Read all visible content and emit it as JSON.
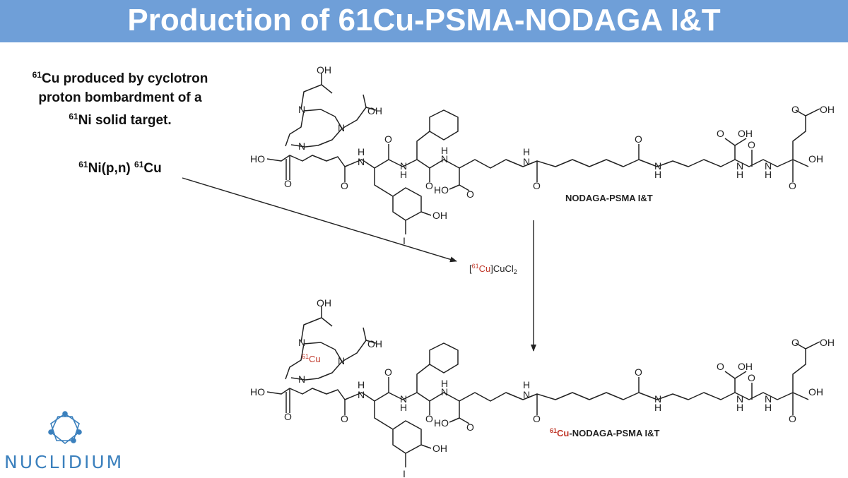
{
  "title": "Production of 61Cu-PSMA-NODAGA I&T",
  "intro": {
    "line1_sup": "61",
    "line1_rest": "Cu produced by cyclotron",
    "line2": "proton bombardment of a",
    "line3_sup": "61",
    "line3_rest": "Ni solid target."
  },
  "reaction": {
    "sup1": "61",
    "mid": "Ni(p,n)",
    "sup2": "61",
    "end": "Cu"
  },
  "reagent": {
    "open": "[",
    "iso": "61",
    "elem": "Cu",
    "rest": "]CuCl",
    "sub": "2"
  },
  "top_molecule": {
    "name": "NODAGA-PSMA I&T"
  },
  "bottom_molecule": {
    "iso": "61",
    "elem": "Cu",
    "name_rest": "-NODAGA-PSMA I&T",
    "complexed_metal_iso": "61",
    "complexed_metal_elem": "Cu"
  },
  "atoms": {
    "oh": "OH",
    "ho": "HO",
    "n": "N",
    "h": "H",
    "o": "O",
    "i": "I"
  },
  "logo": {
    "name": "NUCLIDIUM"
  },
  "colors": {
    "banner": "#6f9fd8",
    "isotope_red": "#c0392b",
    "logo_blue": "#3b80bd"
  }
}
